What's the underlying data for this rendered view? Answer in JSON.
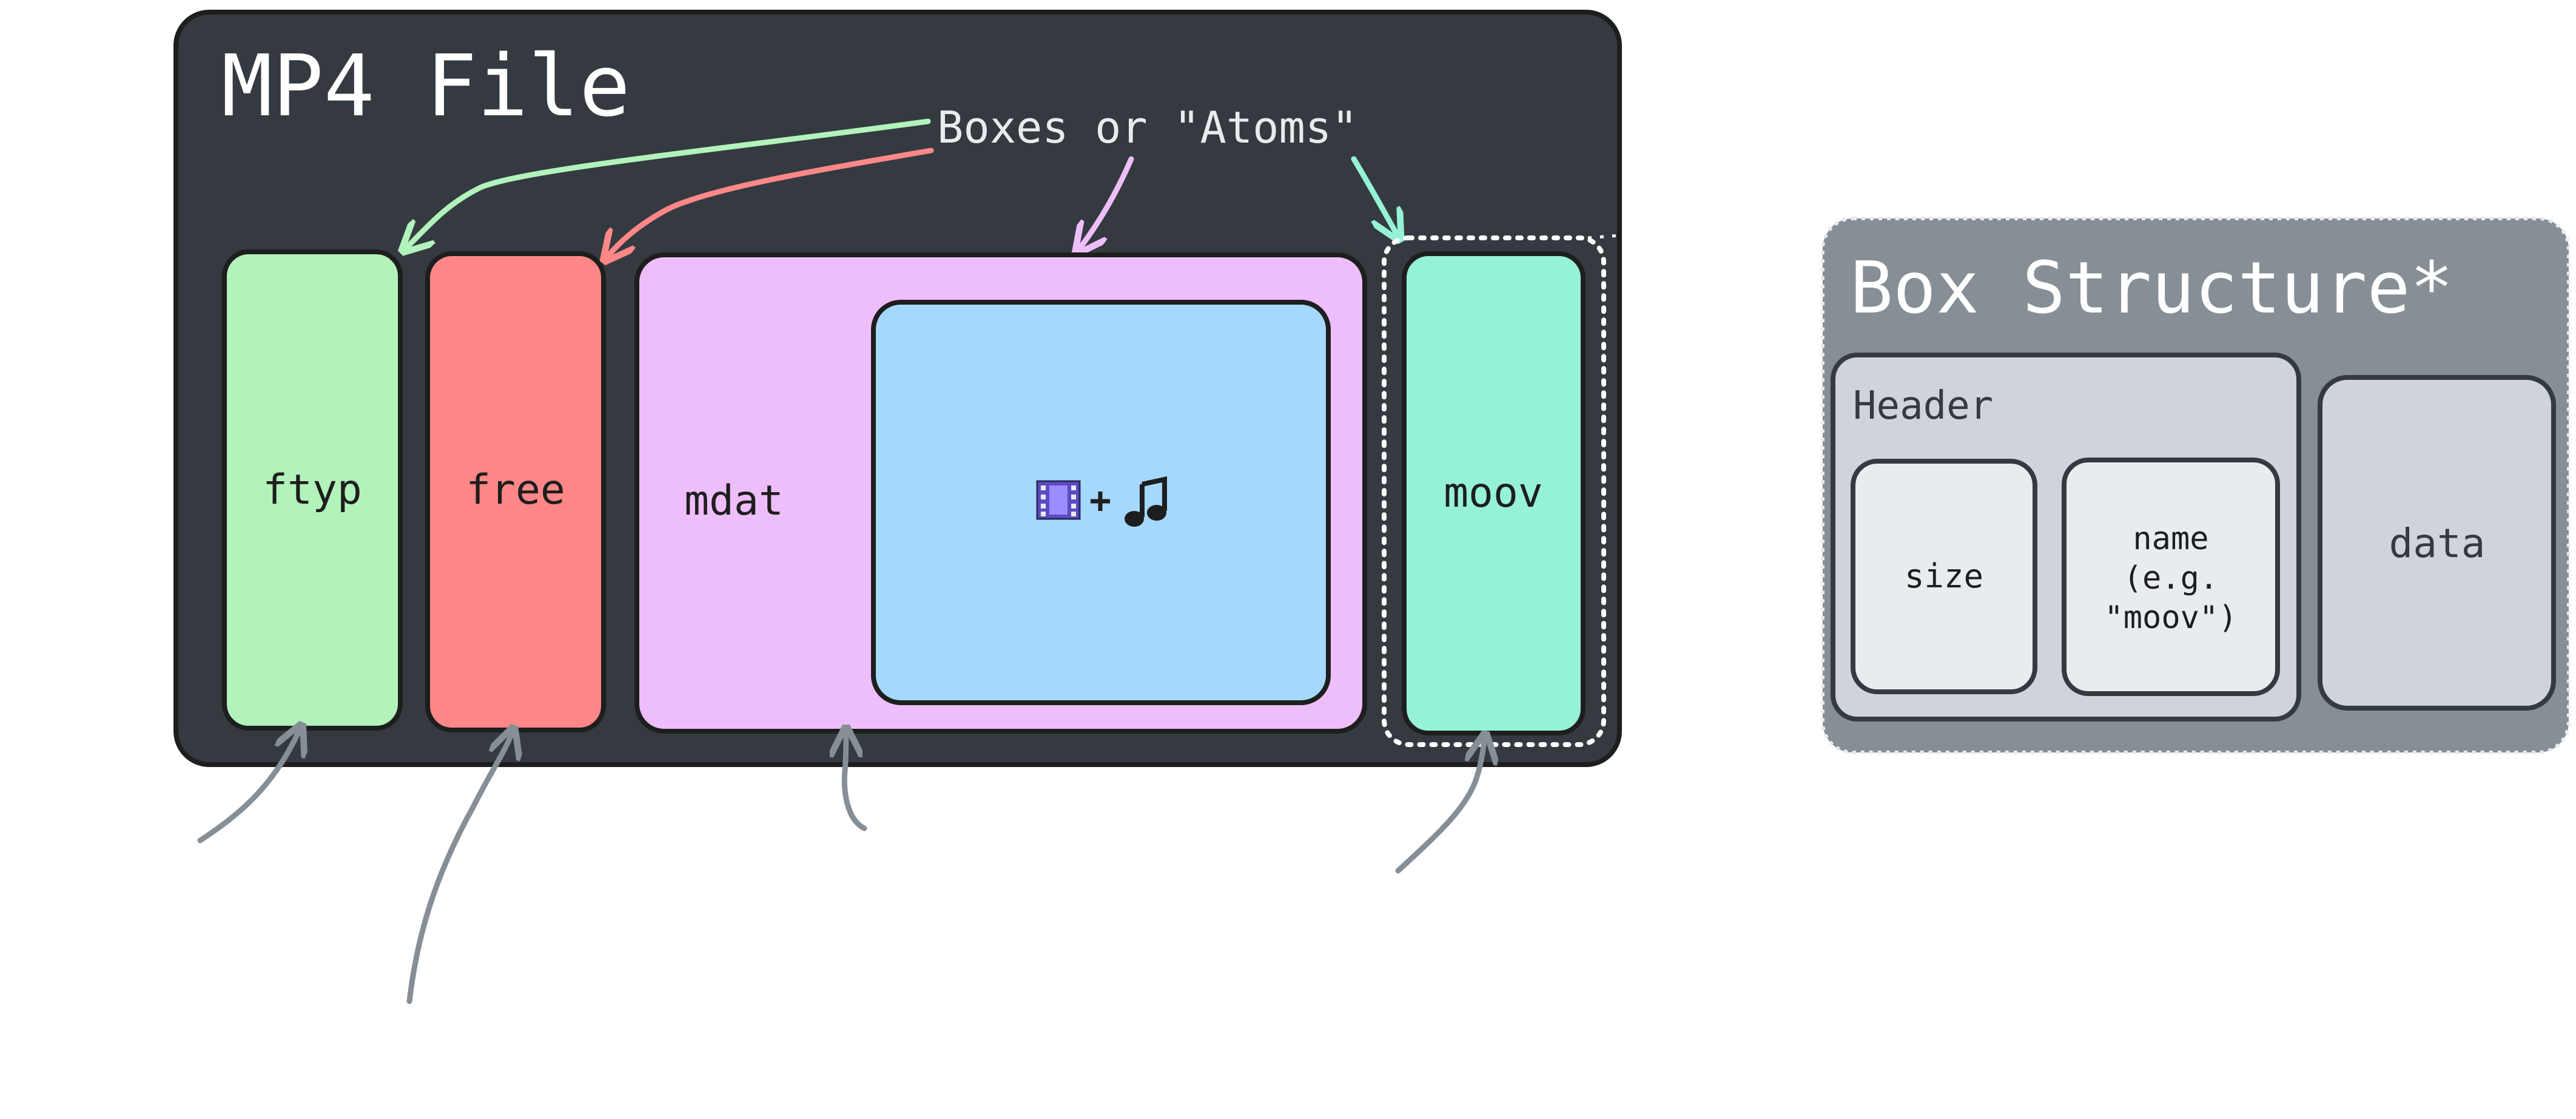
{
  "mp4_file": {
    "title": "MP4 File",
    "annotation": "Boxes or \"Atoms\"",
    "boxes": [
      {
        "label": "ftyp",
        "color": "#b2f2bb"
      },
      {
        "label": "free",
        "color": "#ff8787"
      },
      {
        "label": "mdat",
        "color": "#eebefa"
      },
      {
        "label": "moov",
        "color": "#96f2d7"
      }
    ],
    "media_color": "#a5d8ff",
    "background_color": "#343a40"
  },
  "box_structure": {
    "title": "Box Structure*",
    "header_label": "Header",
    "size_label": "size",
    "name_lines": [
      "name",
      "(e.g.",
      "\"moov\")"
    ],
    "data_label": "data",
    "background_color": "#868e96",
    "header_color": "#ced4da",
    "field_color": "#e9ecef"
  }
}
